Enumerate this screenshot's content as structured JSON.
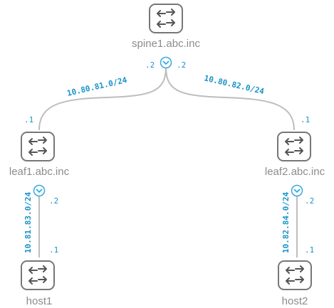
{
  "devices": {
    "spine1": "spine1.abc.inc",
    "leaf1": "leaf1.abc.inc",
    "leaf2": "leaf2.abc.inc",
    "host1": "host1",
    "host2": "host2"
  },
  "links": {
    "spine1_leaf1": {
      "subnet": "10.80.81.0/24",
      "a_ip": ".2",
      "b_ip": ".1"
    },
    "spine1_leaf2": {
      "subnet": "10.80.82.0/24",
      "a_ip": ".2",
      "b_ip": ".1"
    },
    "leaf1_host1": {
      "subnet": "10.81.83.0/24",
      "a_ip": ".2",
      "b_ip": ".1"
    },
    "leaf2_host2": {
      "subnet": "10.82.84.0/24",
      "a_ip": ".2",
      "b_ip": ".1"
    }
  },
  "colors": {
    "link": "#bdbdbd",
    "device_border": "#777777",
    "device_icon": "#555555",
    "label": "#8c8c8c",
    "ip": "#1a93c9",
    "expander": "#37a9df"
  },
  "icons": {
    "device": "switch-arrows-icon",
    "expander": "chevron-down-icon"
  }
}
